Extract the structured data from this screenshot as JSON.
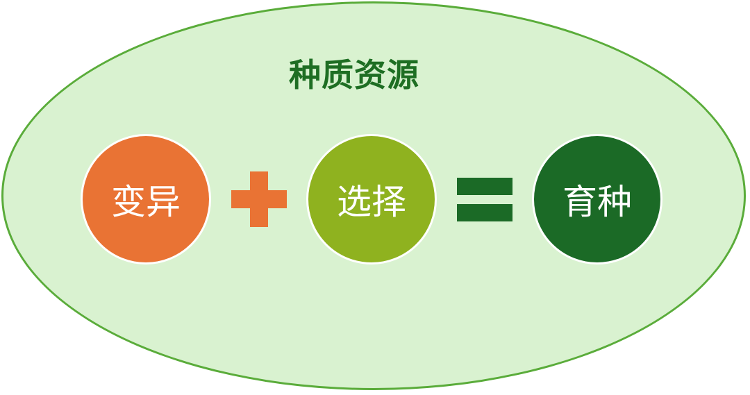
{
  "title": "种质资源",
  "terms": {
    "variation": "变异",
    "selection": "选择",
    "breeding": "育种"
  },
  "operators": {
    "plus": "+",
    "equals": "="
  },
  "colors": {
    "background_ellipse": "#d9f2d0",
    "ellipse_border": "#5aac3a",
    "title": "#1e6e23",
    "variation": "#e97334",
    "selection": "#8fb21f",
    "breeding": "#1b6a26"
  }
}
